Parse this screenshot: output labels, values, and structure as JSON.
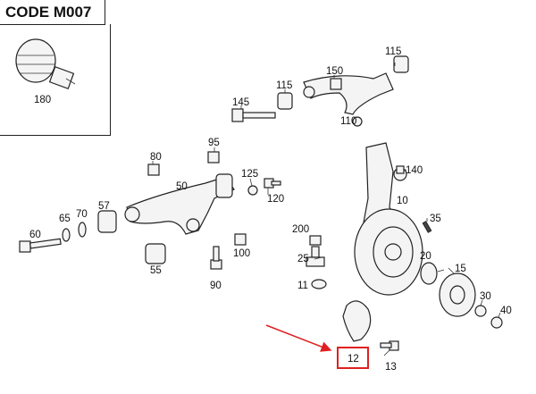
{
  "header": {
    "code_label": "CODE M007"
  },
  "parts": {
    "p180": "180",
    "p115a": "115",
    "p150": "150",
    "p115b": "115",
    "p145": "145",
    "p110": "110",
    "p95": "95",
    "p80": "80",
    "p125": "125",
    "p50": "50",
    "p120": "120",
    "p140": "140",
    "p10": "10",
    "p57": "57",
    "p35": "35",
    "p60": "60",
    "p65": "65",
    "p70": "70",
    "p200": "200",
    "p20": "20",
    "p100": "100",
    "p25": "25",
    "p15": "15",
    "p55": "55",
    "p11": "11",
    "p30": "30",
    "p90": "90",
    "p40": "40",
    "p12": "12",
    "p13": "13"
  },
  "highlight": {
    "color": "#e02020",
    "part": "12"
  }
}
